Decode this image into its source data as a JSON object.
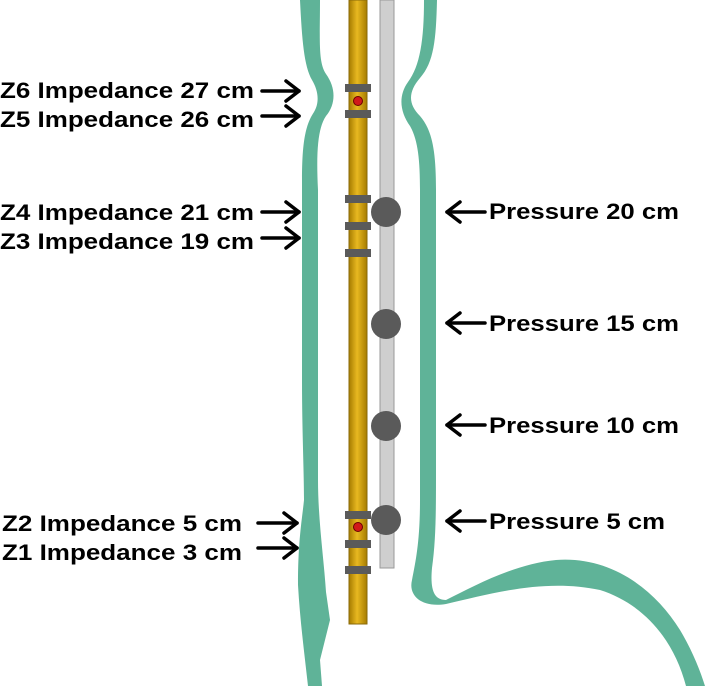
{
  "colors": {
    "esophagus": "#5fb398",
    "impedance_catheter": "#d4a017",
    "impedance_catheter_edge": "#8a6a0a",
    "pressure_catheter": "#cfcfcf",
    "pressure_catheter_edge": "#9a9a9a",
    "ring": "#5a5a5a",
    "sensor": "#5a5a5a",
    "marker": "#d11a1a",
    "arrow": "#000000"
  },
  "impedance_labels": [
    {
      "id": "z6",
      "text": "Z6 Impedance 27 cm"
    },
    {
      "id": "z5",
      "text": "Z5 Impedance 26 cm"
    },
    {
      "id": "z4",
      "text": "Z4 Impedance 21 cm"
    },
    {
      "id": "z3",
      "text": "Z3 Impedance 19 cm"
    },
    {
      "id": "z2",
      "text": "Z2 Impedance 5 cm"
    },
    {
      "id": "z1",
      "text": "Z1 Impedance 3 cm"
    }
  ],
  "pressure_labels": [
    {
      "id": "p20",
      "text": "Pressure 20 cm"
    },
    {
      "id": "p15",
      "text": "Pressure 15 cm"
    },
    {
      "id": "p10",
      "text": "Pressure 10 cm"
    },
    {
      "id": "p5",
      "text": "Pressure 5 cm"
    }
  ]
}
